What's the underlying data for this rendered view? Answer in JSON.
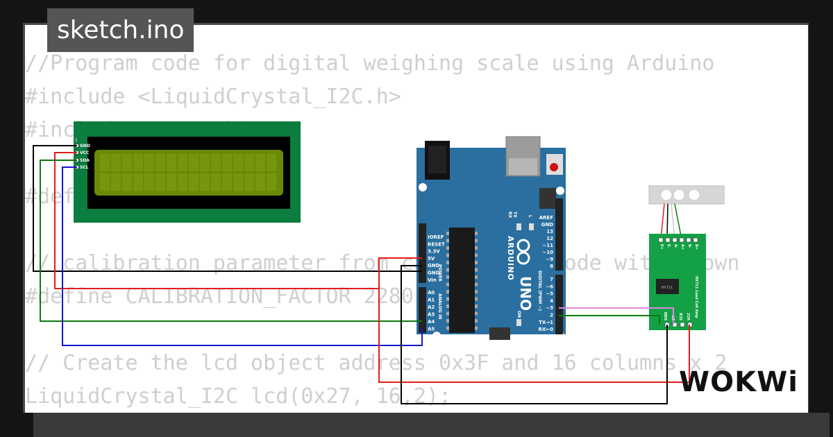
{
  "title": "sketch.ino",
  "code_lines": [
    "//Program code for digital weighing scale using Arduino",
    "#include <LiquidCrystal_I2C.h>",
    "#include \"HX711.h\"",
    "",
    "#define DEBUG_HX711",
    "",
    "// calibration parameter from calibrating code with known",
    "#define CALIBRATION_FACTOR 2280",
    "",
    "// Create the lcd object address 0x3F and 16 columns x 2",
    "LiquidCrystal_I2C lcd(0x27, 16,2);"
  ],
  "lcd": {
    "pins": [
      "GND",
      "VCC",
      "SDA",
      "SCL"
    ],
    "pin_one_marker": "1"
  },
  "arduino": {
    "brand": "ARDUINO",
    "model": "UNO",
    "power_header": [
      "IOREF",
      "RESET",
      "3.3V",
      "5V",
      "GND",
      "GND",
      "Vin"
    ],
    "power_label": "POWER",
    "analog_header": [
      "A0",
      "A1",
      "A2",
      "A3",
      "A4",
      "A5"
    ],
    "analog_label": "ANALOG IN",
    "digital_top": [
      "AREF",
      "GND",
      "13",
      "12",
      "~11",
      "~10",
      "~9",
      "8"
    ],
    "digital_bottom": [
      "7",
      "~6",
      "~5",
      "4",
      "~3",
      "2",
      "TX→1",
      "RX←0"
    ],
    "digital_label": "DIGITAL (PWM ~)",
    "led_labels": [
      "TX",
      "RX",
      "L",
      "ON"
    ]
  },
  "hx711": {
    "top_pins": [
      "E+",
      "E-",
      "A-",
      "A+",
      "B-",
      "B+"
    ],
    "bottom_pins": [
      "GND",
      "DT",
      "SCK",
      "VCC"
    ],
    "chip_label": "HX711",
    "side_label": "HX711 Load Cell Amp"
  },
  "watermark": "WOKWi",
  "colors": {
    "black_wire": "#000000",
    "red_wire": "#e51c1c",
    "green_wire": "#0b7a0b",
    "blue_wire": "#1414d4",
    "pink_wire": "#dd88dd",
    "white_wire": "#cccccc",
    "lcd_pcb": "#0a7d3f",
    "arduino_board": "#2a6fa0",
    "hx711_board": "#14a146"
  }
}
